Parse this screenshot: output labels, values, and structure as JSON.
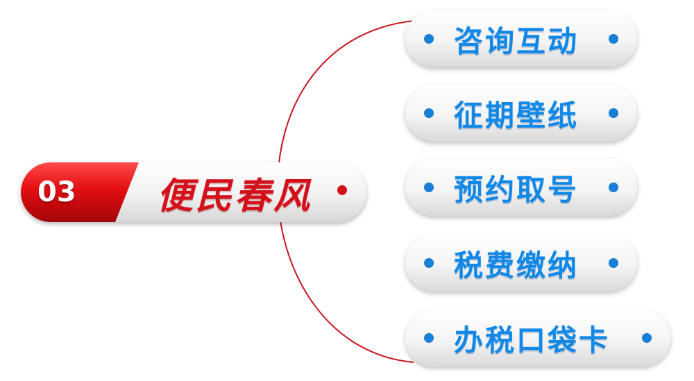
{
  "root": {
    "number": "03",
    "label": "便民春风"
  },
  "branches": [
    {
      "label": "咨询互动"
    },
    {
      "label": "征期壁纸"
    },
    {
      "label": "预约取号"
    },
    {
      "label": "税费缴纳"
    },
    {
      "label": "办税口袋卡"
    }
  ],
  "colors": {
    "root_red": "#d4101a",
    "branch_blue": "#1088e8",
    "connector": "#c8141e"
  }
}
